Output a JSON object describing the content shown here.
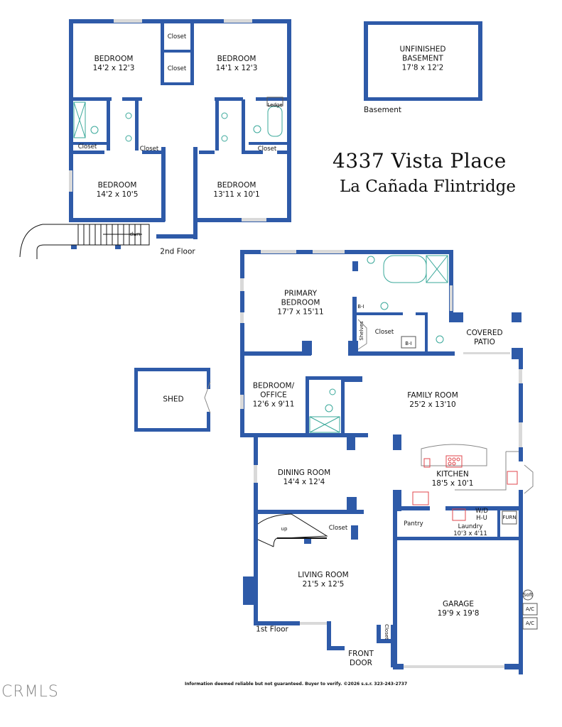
{
  "title": {
    "address": "4337 Vista Place",
    "city": "La Cañada Flintridge"
  },
  "colors": {
    "wall": "#2e5aa8",
    "fixture_teal": "#3aa89a",
    "appliance_red": "#e0474c",
    "window_gray": "#cfcfcf"
  },
  "floors": {
    "second": {
      "label": "2nd Floor",
      "rooms": [
        {
          "name": "BEDROOM",
          "dims": "14'2 x 12'3"
        },
        {
          "name": "BEDROOM",
          "dims": "14'1 x 12'3"
        },
        {
          "name": "BEDROOM",
          "dims": "14'2 x 10'5"
        },
        {
          "name": "BEDROOM",
          "dims": "13'11 x 10'1"
        }
      ],
      "closets": [
        "Closet",
        "Closet",
        "Closet",
        "Closet",
        "Closet"
      ],
      "ledge": "Ledge",
      "stairs": "dwn"
    },
    "basement": {
      "label": "Basement",
      "room": "UNFINISHED\nBASEMENT\n17'8 x 12'2"
    },
    "first": {
      "label": "1st Floor",
      "rooms": {
        "primary": "PRIMARY\nBEDROOM\n17'7 x 15'11",
        "patio": "COVERED\nPATIO",
        "office": "BEDROOM/\nOFFICE\n12'6 x 9'11",
        "family": "FAMILY ROOM\n25'2 x 13'10",
        "dining": "DINING ROOM\n14'4 x 12'4",
        "kitchen": "KITCHEN\n18'5 x 10'1",
        "pantry": "Pantry",
        "laundry": "Laundry\n10'3 x 4'11",
        "wd": "W/D\nH-U",
        "furn": "FURN",
        "living": "LIVING ROOM\n21'5 x 12'5",
        "garage": "GARAGE\n19'9 x 19'8",
        "front_door": "FRONT\nDOOR",
        "closet_primary": "Closet",
        "closet_stairs": "Closet",
        "closet_entry": "Closet",
        "shelves": "Shelves",
        "bi": "B-I",
        "stairs": "up",
        "soft": "Soft",
        "ac1": "A/C",
        "ac2": "A/C"
      }
    },
    "shed": {
      "label": "SHED"
    }
  },
  "footer": {
    "disclaimer": "Information deemed reliable but not guaranteed. Buyer to verify. ©2026 s.s.r. 323-243-2737",
    "watermark": "CRMLS"
  }
}
